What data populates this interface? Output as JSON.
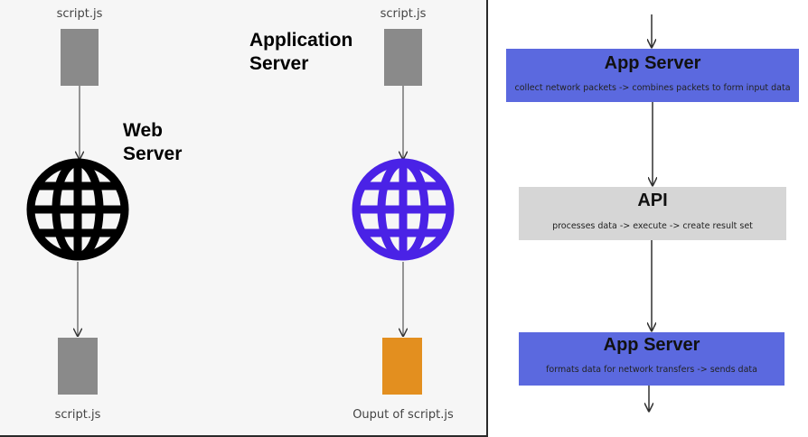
{
  "left": {
    "web": {
      "input_label": "script.js",
      "server_label_line1": "Web",
      "server_label_line2": "Server",
      "output_label": "script.js",
      "globe_color": "#000000",
      "output_color": "#8a8a8a"
    },
    "app": {
      "server_label_line1": "Application",
      "server_label_line2": "Server",
      "input_label": "script.js",
      "output_label": "Ouput of script.js",
      "globe_color": "#4a22e6",
      "output_color": "#e38f1f"
    }
  },
  "right": {
    "steps": [
      {
        "title": "App Server",
        "subtitle": "collect network packets -> combines packets to form input data",
        "color": "#5b69df"
      },
      {
        "title": "API",
        "subtitle": "processes data -> execute -> create result set",
        "color": "#d6d6d6"
      },
      {
        "title": "App Server",
        "subtitle": "formats data for network transfers -> sends data",
        "color": "#5b69df"
      }
    ]
  }
}
